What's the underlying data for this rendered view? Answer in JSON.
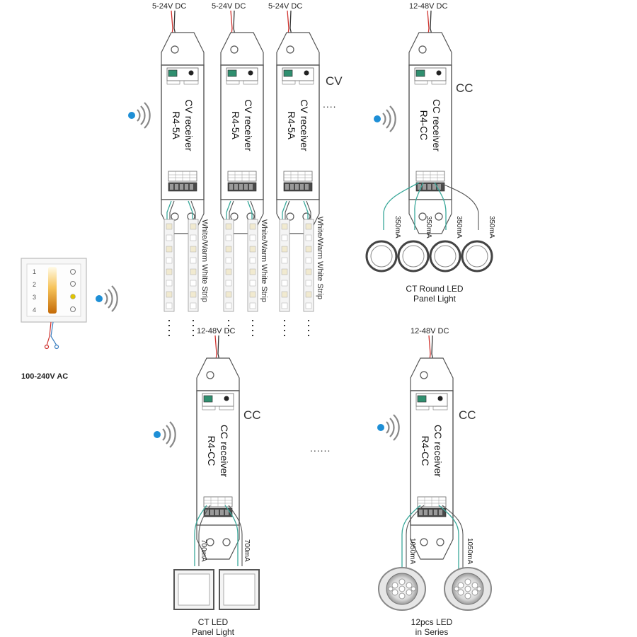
{
  "cv_column_1": {
    "input": "5-24V DC",
    "device_line1": "CV receiver",
    "device_line2": "R4-5A",
    "strip": "White/Warm White Strip"
  },
  "cv_column_2": {
    "input": "5-24V DC",
    "device_line1": "CV receiver",
    "device_line2": "R4-5A",
    "strip": "White/Warm White Strip"
  },
  "cv_column_3": {
    "input": "5-24V DC",
    "device_line1": "CV receiver",
    "device_line2": "R4-5A",
    "strip": "White/Warm White Strip"
  },
  "cv_group": {
    "mode": "CV",
    "more": "...."
  },
  "cc_round": {
    "input": "12-48V DC",
    "mode": "CC",
    "device_line1": "CC receiver",
    "device_line2": "R4-CC",
    "currents": [
      "350mA",
      "350mA",
      "350mA",
      "350mA"
    ],
    "caption_line1": "CT Round LED",
    "caption_line2": "Panel Light"
  },
  "cc_panel": {
    "input": "12-48V DC",
    "mode": "CC",
    "device_line1": "CC receiver",
    "device_line2": "R4-CC",
    "currents": [
      "700mA",
      "700mA"
    ],
    "caption_line1": "CT LED",
    "caption_line2": "Panel Light"
  },
  "cc_series": {
    "input": "12-48V DC",
    "mode": "CC",
    "device_line1": "CC receiver",
    "device_line2": "R4-CC",
    "currents": [
      "1050mA",
      "1050mA"
    ],
    "caption_line1": "12pcs LED",
    "caption_line2": "in Series"
  },
  "bottom_more": "......",
  "panel": {
    "power": "100-240V AC"
  },
  "colors": {
    "wire_green": "#3aa89a",
    "wire_red": "#d0312d",
    "signal_blue": "#1e8fd6",
    "line": "#555555"
  }
}
